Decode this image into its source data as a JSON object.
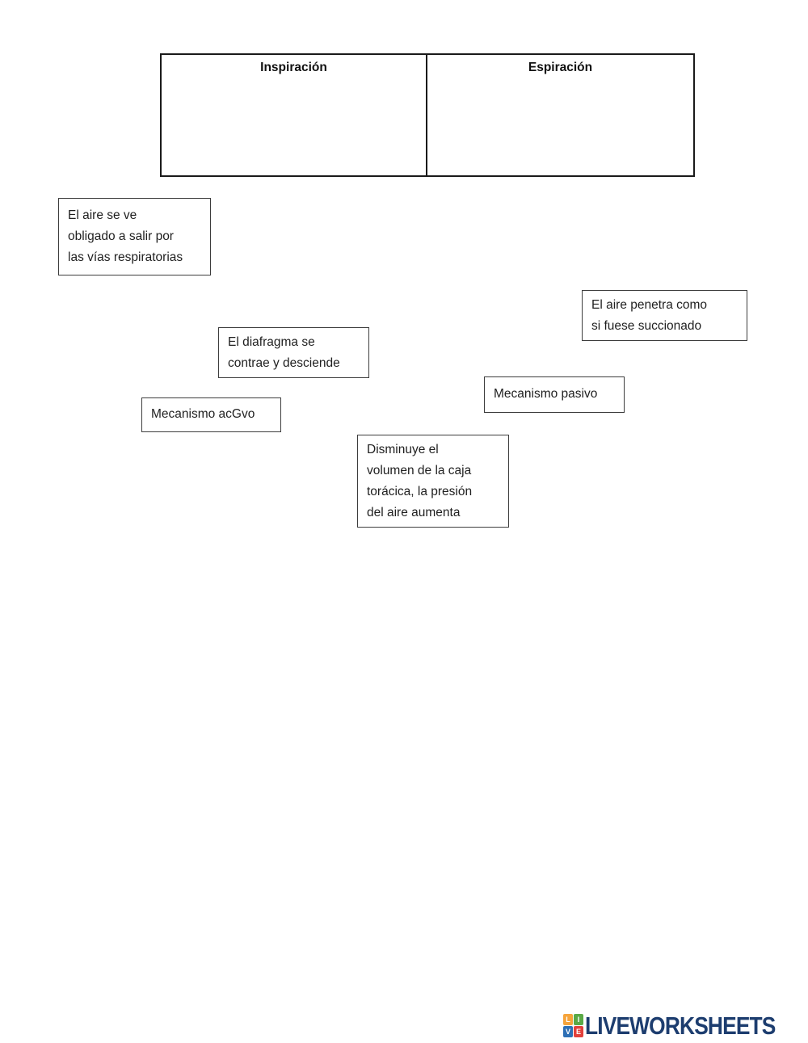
{
  "table": {
    "columns": [
      {
        "label": "Inspiración"
      },
      {
        "label": "Espiración"
      }
    ]
  },
  "drag_boxes": [
    {
      "id": "box-air-out",
      "text": "El aire se ve\nobligado a salir por\nlas vías respiratorias"
    },
    {
      "id": "box-air-in",
      "text": "El aire penetra como\nsi fuese succionado"
    },
    {
      "id": "box-diaphragm",
      "text": "El diafragma se\ncontrae y desciende"
    },
    {
      "id": "box-passive",
      "text": "Mecanismo pasivo"
    },
    {
      "id": "box-active",
      "text": "Mecanismo acGvo"
    },
    {
      "id": "box-volume",
      "text": "Disminuye el\nvolumen de la caja\ntorácica, la presión\ndel aire aumenta"
    }
  ],
  "footer": {
    "logo_text": "LIVEWORKSHEETS",
    "logo_text_color": "#1d3d6f",
    "logo_tiles": [
      {
        "letter": "L",
        "color": "#f6a43b"
      },
      {
        "letter": "I",
        "color": "#5aa946"
      },
      {
        "letter": "V",
        "color": "#2d6fb5"
      },
      {
        "letter": "E",
        "color": "#e2403b"
      }
    ]
  }
}
